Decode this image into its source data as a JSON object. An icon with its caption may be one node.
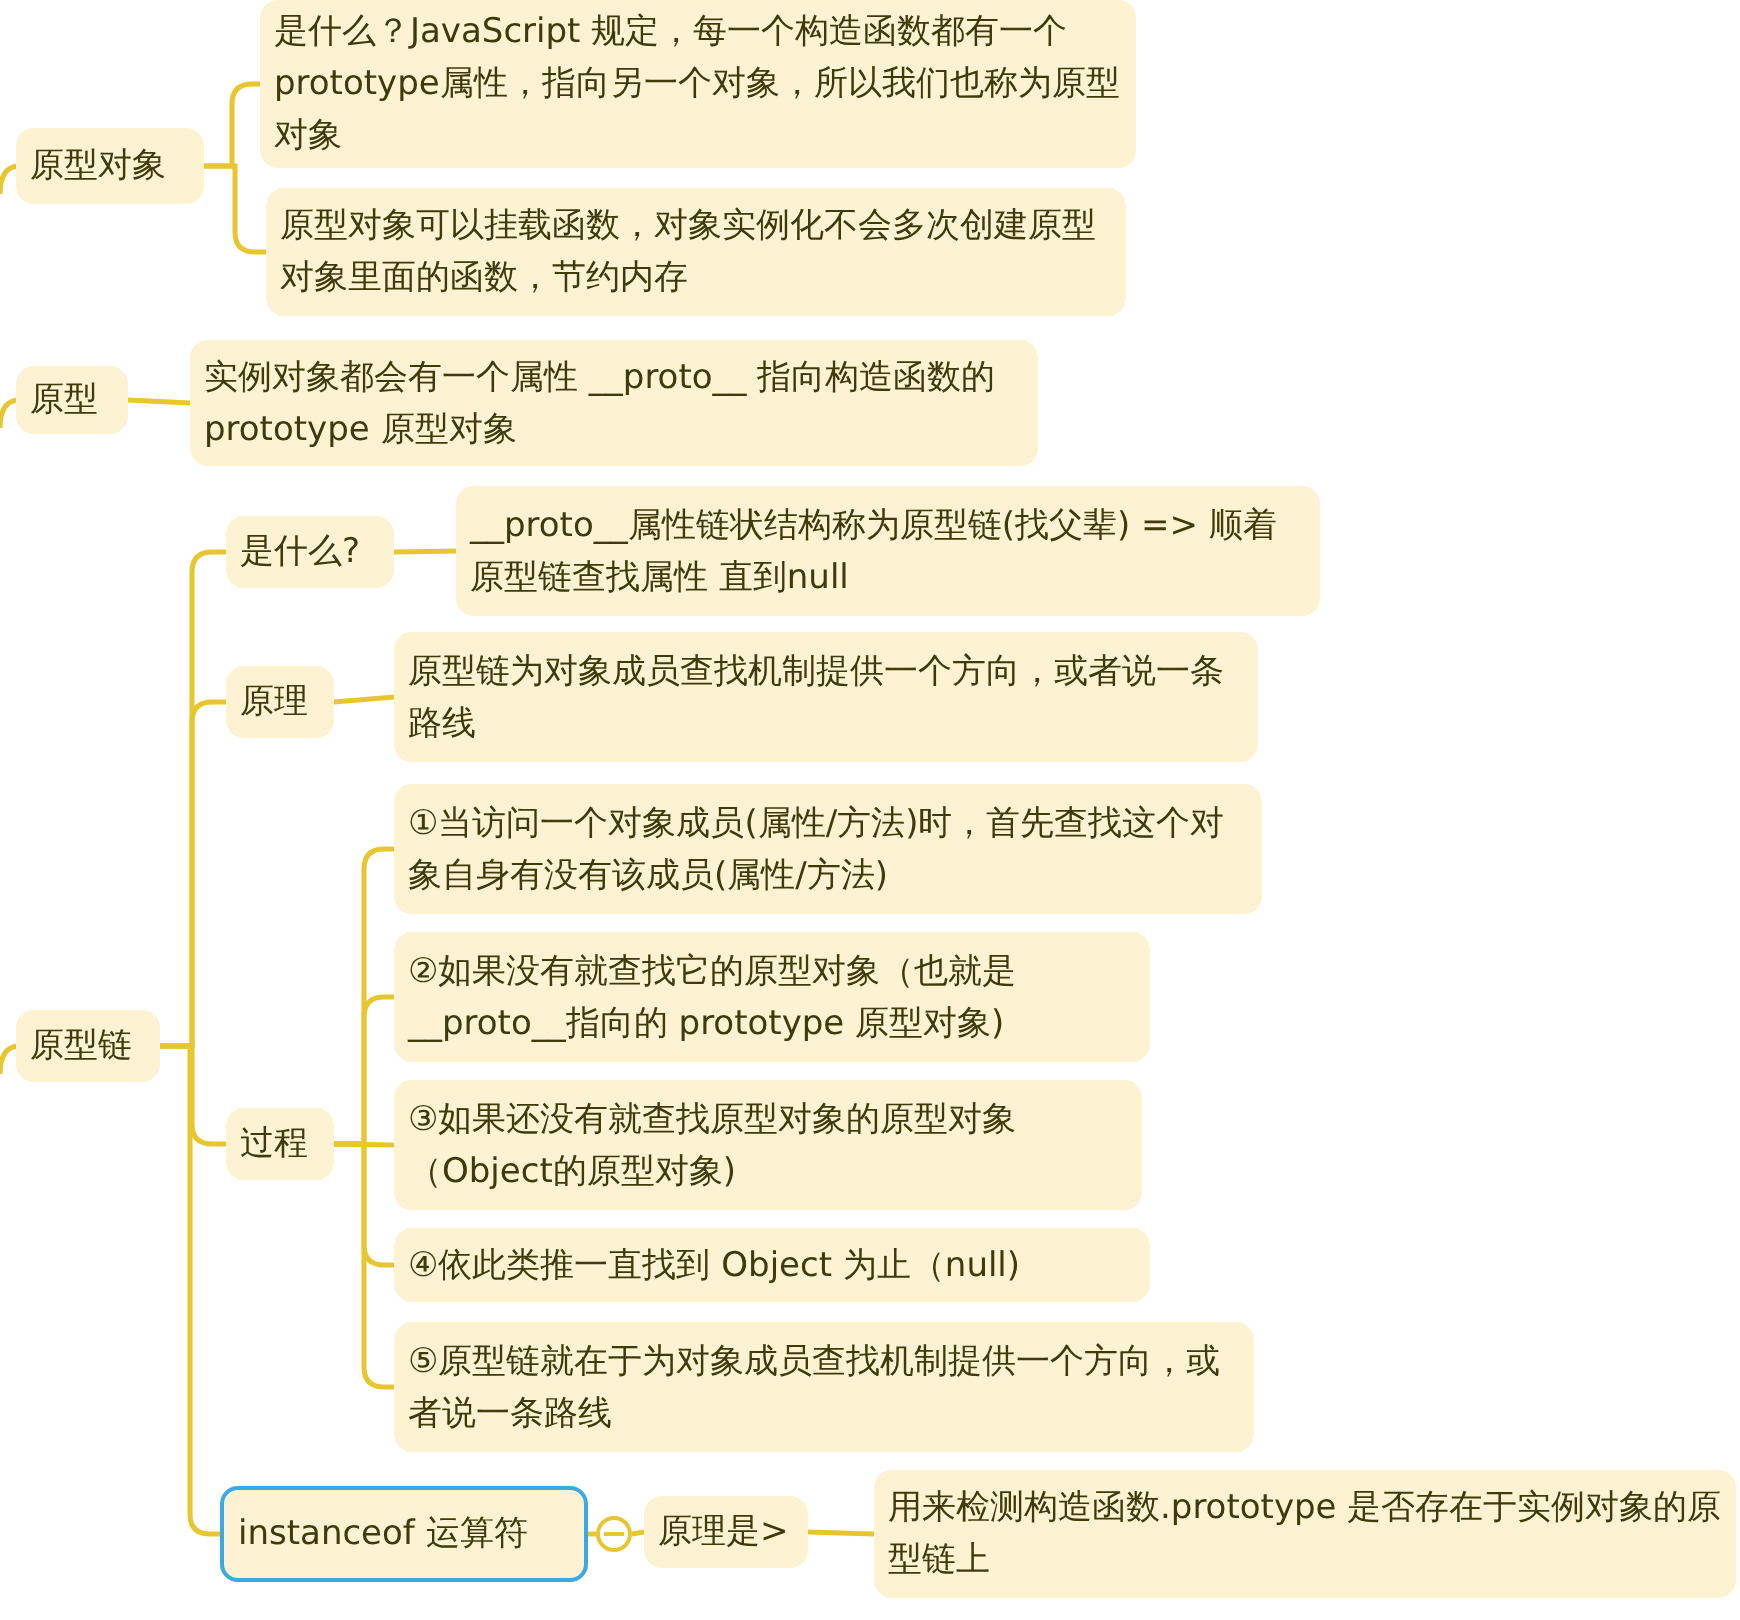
{
  "diagram": {
    "nodes": [
      {
        "text": [
          "原型对象"
        ]
      },
      {
        "text": [
          "是什么？JavaScript 规定，每一个构造函数都有一个prototype属性，指向另一个对象，所以我们也称为原型对象"
        ]
      },
      {
        "text": [
          "原型对象可以挂载函数，对象实例化不会多次创建原型对象里面的函数，节约内存"
        ]
      },
      {
        "text": [
          "原型"
        ]
      },
      {
        "text": [
          "实例对象都会有一个属性 __proto__  指向构造函数的prototype 原型对象"
        ]
      },
      {
        "text": [
          "原型链"
        ]
      },
      {
        "text": [
          "是什么?"
        ]
      },
      {
        "text": [
          "__proto__属性链状结构称为原型链(找父辈) => 顺着原型链查找属性  直到null"
        ]
      },
      {
        "text": [
          "原理"
        ]
      },
      {
        "text": [
          "原型链为对象成员查找机制提供一个方向，或者说一条路线"
        ]
      },
      {
        "text": [
          "过程"
        ]
      },
      {
        "text": [
          "①当访问一个对象成员(属性/方法)时，首先查找这个对象自身有没有该成员(属性/方法)"
        ]
      },
      {
        "text": [
          "②如果没有就查找它的原型对象（也就是__proto__指向的 prototype 原型对象)"
        ]
      },
      {
        "text": [
          "③如果还没有就查找原型对象的原型对象（Object的原型对象)"
        ]
      },
      {
        "text": [
          "④依此类推一直找到 Object 为止（null)"
        ]
      },
      {
        "text": [
          "⑤原型链就在于为对象成员查找机制提供一个方向，或者说一条路线"
        ]
      },
      {
        "text": [
          "instanceof 运算符"
        ]
      },
      {
        "text": [
          "原理是>"
        ]
      },
      {
        "text": [
          "用来检测构造函数.prototype 是否存在于实例对象的原型链上"
        ]
      },
      {
        "text": [],
        "shape": "circle"
      }
    ],
    "edges": [
      {
        "from": null,
        "to": 0,
        "arrow": "none"
      },
      {
        "from": null,
        "to": 3,
        "arrow": "none"
      },
      {
        "from": null,
        "to": 5,
        "arrow": "none"
      },
      {
        "from": 0,
        "to": 1,
        "arrow": "none"
      },
      {
        "from": 0,
        "to": 2,
        "arrow": "none"
      },
      {
        "from": 3,
        "to": 4,
        "arrow": "none"
      },
      {
        "from": 5,
        "to": 6,
        "arrow": "none"
      },
      {
        "from": 5,
        "to": 8,
        "arrow": "none"
      },
      {
        "from": 5,
        "to": 10,
        "arrow": "none"
      },
      {
        "from": 5,
        "to": 16,
        "arrow": "none"
      },
      {
        "from": 6,
        "to": 7,
        "arrow": "none"
      },
      {
        "from": 8,
        "to": 9,
        "arrow": "none"
      },
      {
        "from": 10,
        "to": 11,
        "arrow": "none"
      },
      {
        "from": 10,
        "to": 12,
        "arrow": "none"
      },
      {
        "from": 10,
        "to": 13,
        "arrow": "none"
      },
      {
        "from": 10,
        "to": 14,
        "arrow": "none"
      },
      {
        "from": 10,
        "to": 15,
        "arrow": "none"
      },
      {
        "from": 16,
        "to": 19,
        "arrow": "none"
      },
      {
        "from": 19,
        "to": 17,
        "arrow": "none"
      },
      {
        "from": 17,
        "to": 18,
        "arrow": "none"
      }
    ]
  }
}
